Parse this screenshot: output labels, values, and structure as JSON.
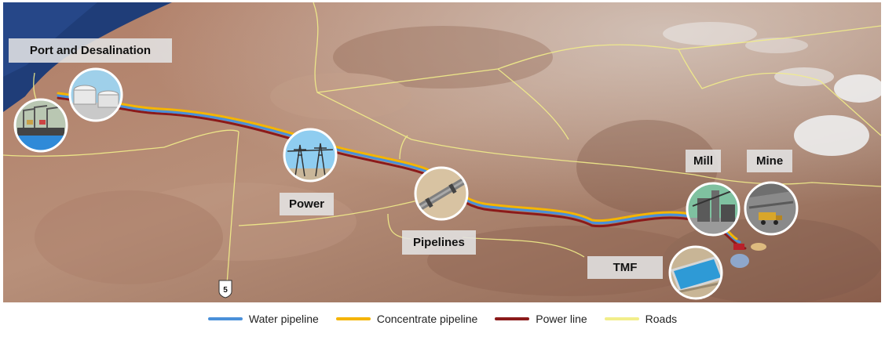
{
  "labels": {
    "port": "Port and Desalination",
    "power": "Power",
    "pipelines": "Pipelines",
    "mill": "Mill",
    "mine": "Mine",
    "tmf": "TMF"
  },
  "road_shield": "5",
  "legend": [
    {
      "label": "Water pipeline",
      "color": "#4a90d9"
    },
    {
      "label": "Concentrate pipeline",
      "color": "#f5b400"
    },
    {
      "label": "Power line",
      "color": "#8b1a1a"
    },
    {
      "label": "Roads",
      "color": "#f2ee8a"
    }
  ],
  "colors": {
    "water": "#4a90d9",
    "concentrate": "#f5b400",
    "power": "#8b1a1a",
    "roads": "#f2ee8a",
    "terrain": "#b58a6e",
    "ocean": "#1f3d78",
    "salt_flat": "#eeeeee"
  },
  "icons": [
    "port-cranes-icon",
    "desalination-tanks-icon",
    "power-tower-icon",
    "pipeline-icon",
    "mill-icon",
    "mine-truck-icon",
    "tailings-pond-icon"
  ]
}
